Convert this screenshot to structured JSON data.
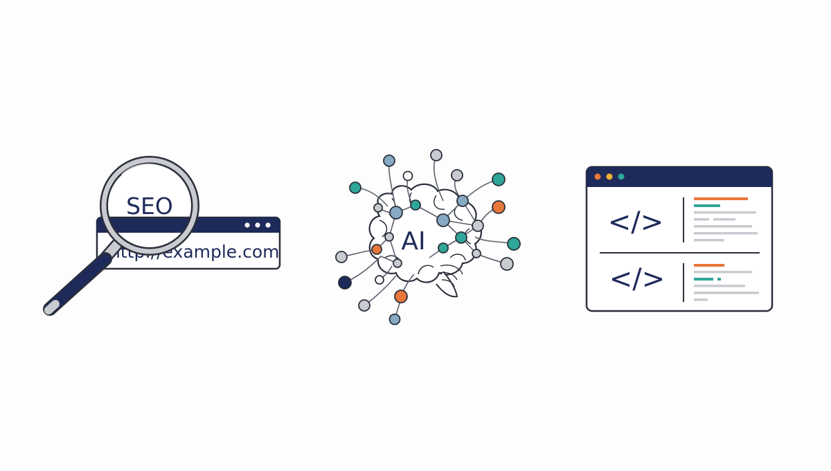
{
  "colors": {
    "navy": "#1e2a5a",
    "orange": "#e8773a",
    "teal": "#2fa69a",
    "blue_gray": "#86a9c4",
    "light_gray": "#c9cbd1",
    "outline": "#2b2f3a",
    "background": "#fdfdfd"
  },
  "seo": {
    "lens_text": "SEO",
    "url_text": "http://example.com",
    "icon": "magnifying-glass-icon"
  },
  "ai": {
    "label": "AI",
    "icon": "brain-network-icon"
  },
  "code": {
    "icon": "code-window-icon",
    "symbol_top": "</>",
    "symbol_bottom": "</>"
  }
}
